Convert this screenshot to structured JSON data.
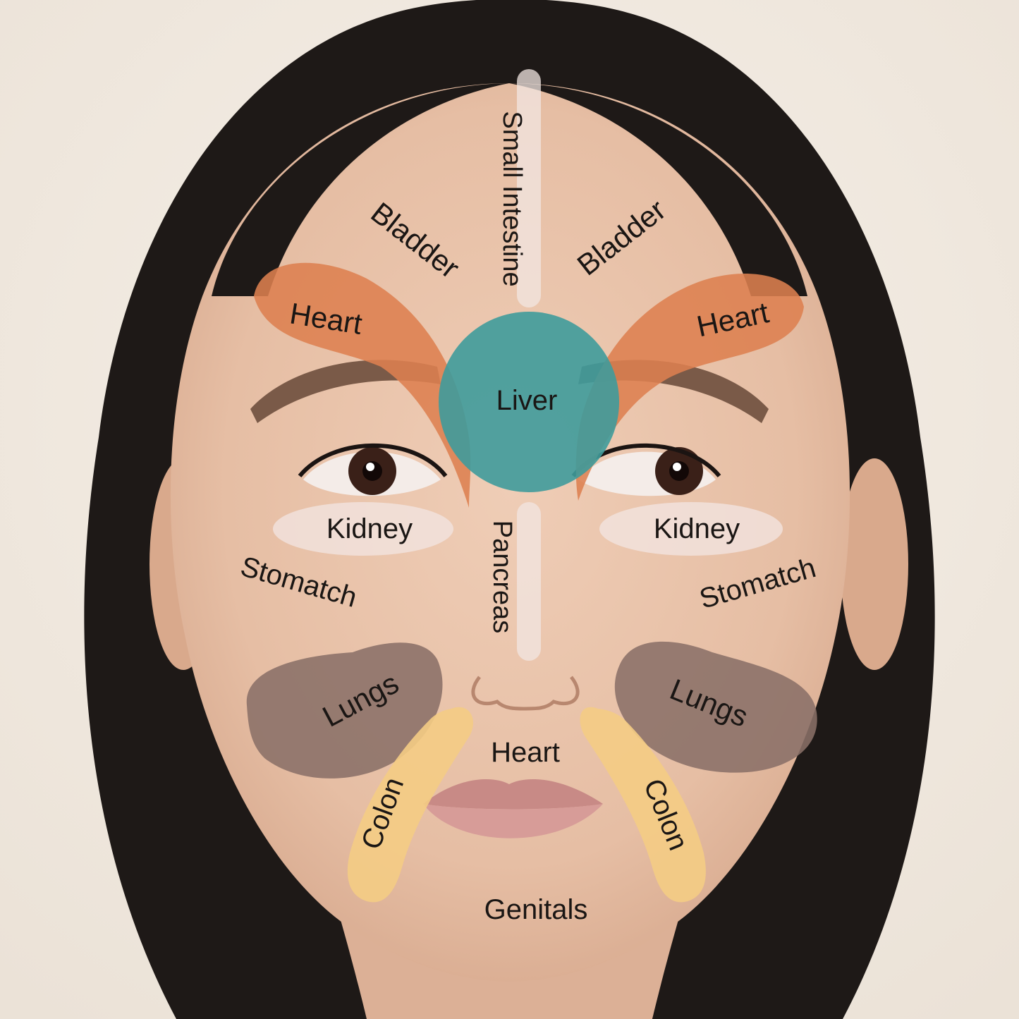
{
  "colors": {
    "background": "#f2ebe2",
    "hair": "#1e1917",
    "skin": "#e9c3aa",
    "heart_zone": "#dd7f50",
    "liver_zone": "#3f9b9b",
    "kidney_zone": "#f2e4e0",
    "lungs_zone": "#8a7068",
    "colon_zone": "#f4cc84",
    "center_line": "#f1e6e2",
    "label_text": "#1a1614"
  },
  "labels": {
    "small_intestine": "Small Intestine",
    "bladder_left": "Bladder",
    "bladder_right": "Bladder",
    "heart_left": "Heart",
    "heart_right": "Heart",
    "liver": "Liver",
    "kidney_left": "Kidney",
    "kidney_right": "Kidney",
    "pancreas": "Pancreas",
    "stomach_left": "Stomatch",
    "stomach_right": "Stomatch",
    "lungs_left": "Lungs",
    "lungs_right": "Lungs",
    "heart_center": "Heart",
    "colon_left": "Colon",
    "colon_right": "Colon",
    "genitals": "Genitals"
  }
}
